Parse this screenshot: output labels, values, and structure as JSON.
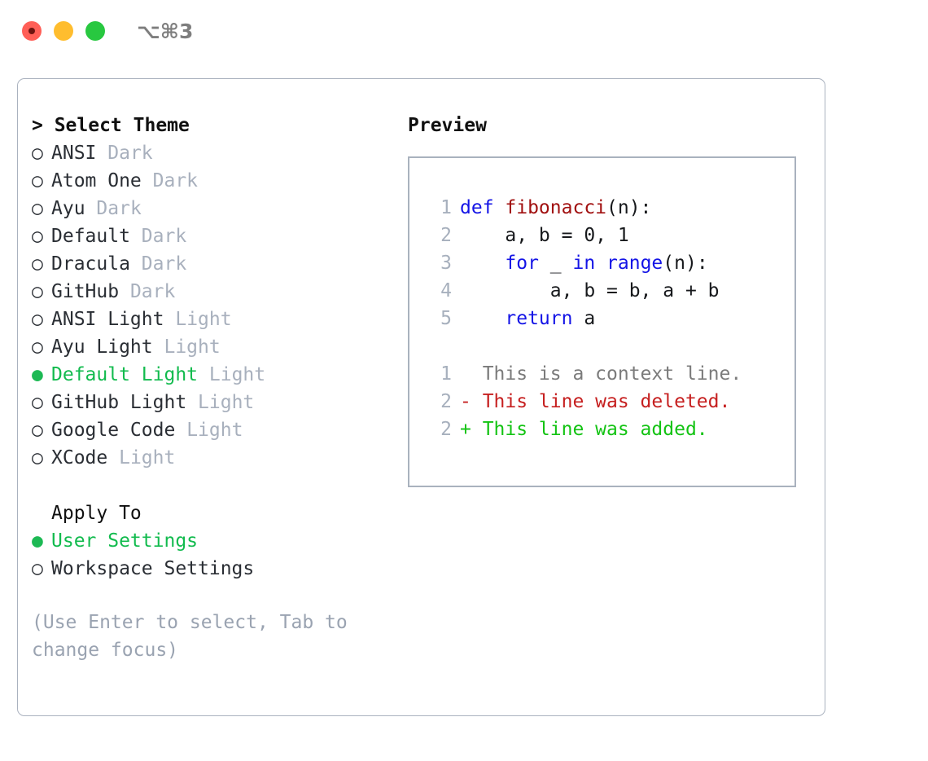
{
  "titlebar": {
    "shortcut": "⌥⌘3",
    "buttons": [
      {
        "name": "close",
        "color": "#ff5f57"
      },
      {
        "name": "minimize",
        "color": "#ffbd2e"
      },
      {
        "name": "zoom",
        "color": "#28c840"
      }
    ]
  },
  "left": {
    "header": "> Select Theme",
    "themes": [
      {
        "marker": "○",
        "label": "ANSI",
        "tag": "Dark",
        "selected": false
      },
      {
        "marker": "○",
        "label": "Atom One",
        "tag": "Dark",
        "selected": false
      },
      {
        "marker": "○",
        "label": "Ayu",
        "tag": "Dark",
        "selected": false
      },
      {
        "marker": "○",
        "label": "Default",
        "tag": "Dark",
        "selected": false
      },
      {
        "marker": "○",
        "label": "Dracula",
        "tag": "Dark",
        "selected": false
      },
      {
        "marker": "○",
        "label": "GitHub",
        "tag": "Dark",
        "selected": false
      },
      {
        "marker": "○",
        "label": "ANSI Light",
        "tag": "Light",
        "selected": false
      },
      {
        "marker": "○",
        "label": "Ayu Light",
        "tag": "Light",
        "selected": false
      },
      {
        "marker": "●",
        "label": "Default Light",
        "tag": "Light",
        "selected": true
      },
      {
        "marker": "○",
        "label": "GitHub Light",
        "tag": "Light",
        "selected": false
      },
      {
        "marker": "○",
        "label": "Google Code",
        "tag": "Light",
        "selected": false
      },
      {
        "marker": "○",
        "label": "XCode",
        "tag": "Light",
        "selected": false
      }
    ],
    "apply_to_header": "Apply To",
    "apply_to": [
      {
        "marker": "●",
        "label": "User Settings",
        "selected": true
      },
      {
        "marker": "○",
        "label": "Workspace Settings",
        "selected": false
      }
    ],
    "hint": "(Use Enter to select, Tab to change focus)"
  },
  "right": {
    "title": "Preview",
    "code_lines": [
      {
        "num": "1",
        "segments": [
          {
            "text": "def ",
            "style": "tok-kw"
          },
          {
            "text": "fibonacci",
            "style": "tok-fn"
          },
          {
            "text": "(n):",
            "style": "tok-plain"
          }
        ]
      },
      {
        "num": "2",
        "segments": [
          {
            "text": "    a, b = 0, 1",
            "style": "tok-plain"
          }
        ]
      },
      {
        "num": "3",
        "segments": [
          {
            "text": "    ",
            "style": "tok-plain"
          },
          {
            "text": "for",
            "style": "tok-kw"
          },
          {
            "text": " _ ",
            "style": "tok-plain"
          },
          {
            "text": "in",
            "style": "tok-kw"
          },
          {
            "text": " ",
            "style": "tok-plain"
          },
          {
            "text": "range",
            "style": "tok-kw"
          },
          {
            "text": "(n):",
            "style": "tok-plain"
          }
        ]
      },
      {
        "num": "4",
        "segments": [
          {
            "text": "        a, b = b, a + b",
            "style": "tok-plain"
          }
        ]
      },
      {
        "num": "5",
        "segments": [
          {
            "text": "    ",
            "style": "tok-plain"
          },
          {
            "text": "return",
            "style": "tok-kw"
          },
          {
            "text": " a",
            "style": "tok-plain"
          }
        ]
      }
    ],
    "diff_lines": [
      {
        "num": "1",
        "text": "  This is a context line.",
        "style": "diff-ctx"
      },
      {
        "num": "2",
        "text": "- This line was deleted.",
        "style": "diff-del"
      },
      {
        "num": "2",
        "text": "+ This line was added.",
        "style": "diff-add"
      }
    ]
  },
  "colors": {
    "accent_green": "#12bb4e",
    "muted": "#a8b0bd",
    "keyword_blue": "#1414e6",
    "function_red": "#a11010",
    "diff_delete": "#c62020",
    "diff_add": "#13c313",
    "border": "#aab2bf"
  }
}
